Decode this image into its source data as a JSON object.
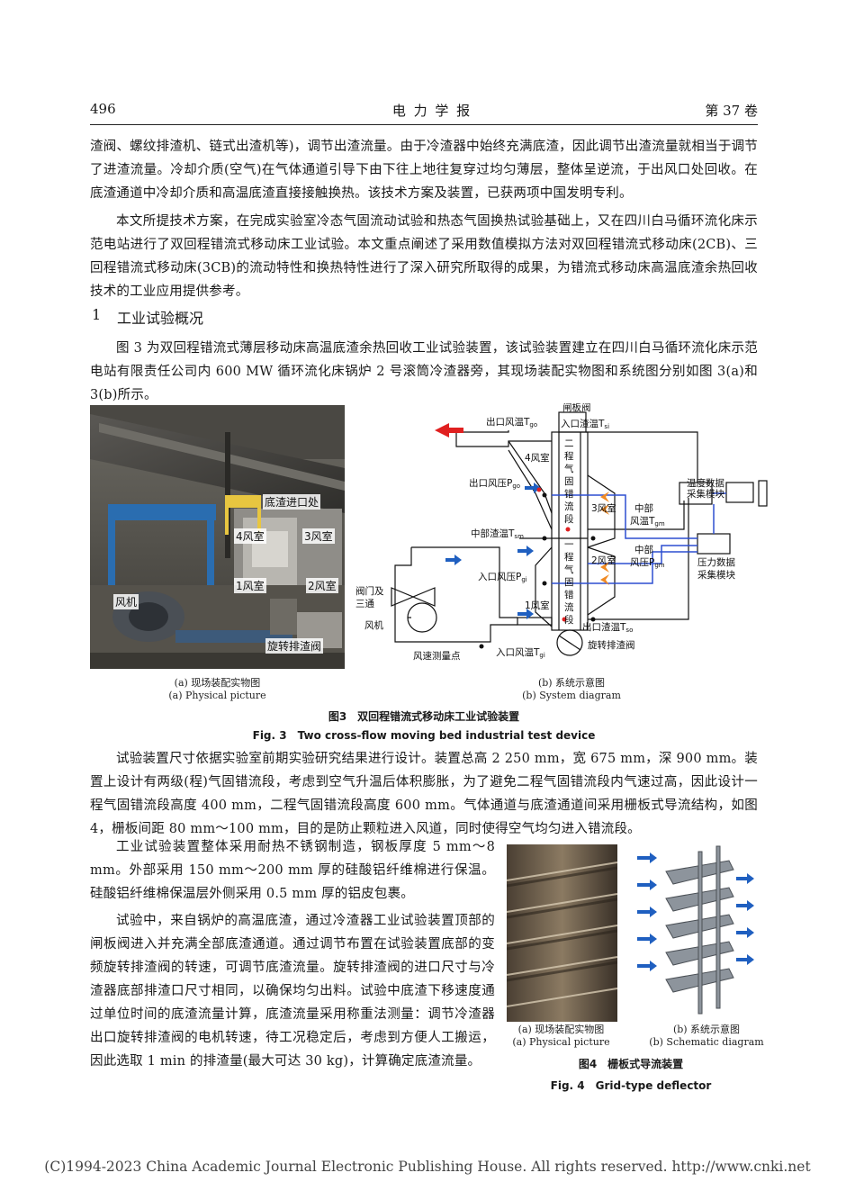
{
  "header": {
    "page_number": "496",
    "journal": "电 力 学 报",
    "volume": "第 37 卷"
  },
  "paragraphs_top": [
    "渣阀、螺纹排渣机、链式出渣机等)，调节出渣流量。由于冷渣器中始终充满底渣，因此调节出渣流量就相当于调节了进渣流量。冷却介质(空气)在气体通道引导下由下往上地往复穿过均匀薄层，整体呈逆流，于出风口处回收。在底渣通道中冷却介质和高温底渣直接接触换热。该技术方案及装置，已获两项中国发明专利。",
    "本文所提技术方案，在完成实验室冷态气固流动试验和热态气固换热试验基础上，又在四川白马循环流化床示范电站进行了双回程错流式移动床工业试验。本文重点阐述了采用数值模拟方法对双回程错流式移动床(2CB)、三回程错流式移动床(3CB)的流动特性和换热特性进行了深入研究所取得的成果，为错流式移动床高温底渣余热回收技术的工业应用提供参考。"
  ],
  "section1": {
    "number": "1",
    "title": "工业试验概况"
  },
  "paragraph_sec1": "图 3 为双回程错流式薄层移动床高温底渣余热回收工业试验装置，该试验装置建立在四川白马循环流化床示范电站有限责任公司内 600 MW 循环流化床锅炉 2 号滚筒冷渣器旁，其现场装配实物图和系统图分别如图 3(a)和 3(b)所示。",
  "fig3": {
    "photo_labels": {
      "slag_inlet": "底渣进口处",
      "chamber4": "4风室",
      "chamber3": "3风室",
      "chamber1": "1风室",
      "chamber2": "2风室",
      "fan": "风机",
      "valve": "旋转排渣阀"
    },
    "diagram_labels": {
      "gate_valve": "闸板阀",
      "inlet_slag_temp": "入口渣温T",
      "inlet_slag_temp_sub": "si",
      "outlet_air_temp": "出口风温T",
      "outlet_air_temp_sub": "go",
      "chamber4": "4风室",
      "outlet_air_pressure": "出口风压P",
      "outlet_air_pressure_sub": "go",
      "second_pass": [
        "二",
        "程",
        "气",
        "固",
        "错",
        "流",
        "段"
      ],
      "first_pass": [
        "一",
        "程",
        "气",
        "固",
        "错",
        "流",
        "段"
      ],
      "chamber3": "3风室",
      "mid_air_temp_1": "中部",
      "mid_air_temp_2": "风温T",
      "mid_air_temp_sub": "gm",
      "mid_slag_temp": "中部渣温T",
      "mid_slag_temp_sub": "sm",
      "chamber2": "2风室",
      "mid_air_pressure_1": "中部",
      "mid_air_pressure_2": "风压P",
      "mid_air_pressure_sub": "gm",
      "temp_module_1": "温度数据",
      "temp_module_2": "采集模块",
      "pressure_module_1": "压力数据",
      "pressure_module_2": "采集模块",
      "valve_tee_1": "阀门及",
      "valve_tee_2": "三通",
      "inlet_air_pressure": "入口风压P",
      "inlet_air_pressure_sub": "gi",
      "chamber1": "1风室",
      "fan": "风机",
      "outlet_slag_temp": "出口渣温T",
      "outlet_slag_temp_sub": "so",
      "rotary_valve": "旋转排渣阀",
      "flow_point": "风速测量点",
      "inlet_air_temp": "入口风温T",
      "inlet_air_temp_sub": "gi"
    },
    "sub_a_cn": "(a) 现场装配实物图",
    "sub_a_en": "(a) Physical picture",
    "sub_b_cn": "(b) 系统示意图",
    "sub_b_en": "(b) System diagram",
    "caption_cn": "图3　双回程错流式移动床工业试验装置",
    "caption_en": "Fig. 3　Two cross-flow moving bed industrial test device"
  },
  "paragraph_size": "试验装置尺寸依据实验室前期实验研究结果进行设计。装置总高 2 250 mm，宽 675 mm，深 900 mm。装置上设计有两级(程)气固错流段，考虑到空气升温后体积膨胀，为了避免二程气固错流段内气速过高，因此设计一程气固错流段高度 400 mm，二程气固错流段高度 600 mm。气体通道与底渣通道间采用栅板式导流结构，如图 4，栅板间距 80 mm～100 mm，目的是防止颗粒进入风道，同时使得空气均匀进入错流段。",
  "paragraphs_left": [
    "工业试验装置整体采用耐热不锈钢制造，钢板厚度 5 mm～8 mm。外部采用 150 mm～200 mm 厚的硅酸铝纤维棉进行保温。硅酸铝纤维棉保温层外侧采用 0.5 mm 厚的铝皮包裹。",
    "试验中，来自锅炉的高温底渣，通过冷渣器工业试验装置顶部的闸板阀进入并充满全部底渣通道。通过调节布置在试验装置底部的变频旋转排渣阀的转速，可调节底渣流量。旋转排渣阀的进口尺寸与冷渣器底部排渣口尺寸相同，以确保均匀出料。试验中底渣下移速度通过单位时间的底渣流量计算，底渣流量采用称重法测量：调节冷渣器出口旋转排渣阀的电机转速，待工况稳定后，考虑到方便人工搬运，因此选取 1 min 的排渣量(最大可达 30 kg)，计算确定底渣流量。"
  ],
  "fig4": {
    "sub_a_cn": "(a) 现场装配实物图",
    "sub_a_en": "(a) Physical picture",
    "sub_b_cn": "(b) 系统示意图",
    "sub_b_en": "(b) Schematic diagram",
    "caption_cn": "图4　栅板式导流装置",
    "caption_en": "Fig. 4　Grid-type deflector"
  },
  "footer": "(C)1994-2023 China Academic Journal Electronic Publishing House. All rights reserved.    http://www.cnki.net",
  "colors": {
    "arrow_blue": "#1f5fc0",
    "arrow_orange": "#f08a24",
    "arrow_red": "#e02020",
    "wire_blue": "#2d4fd0"
  }
}
